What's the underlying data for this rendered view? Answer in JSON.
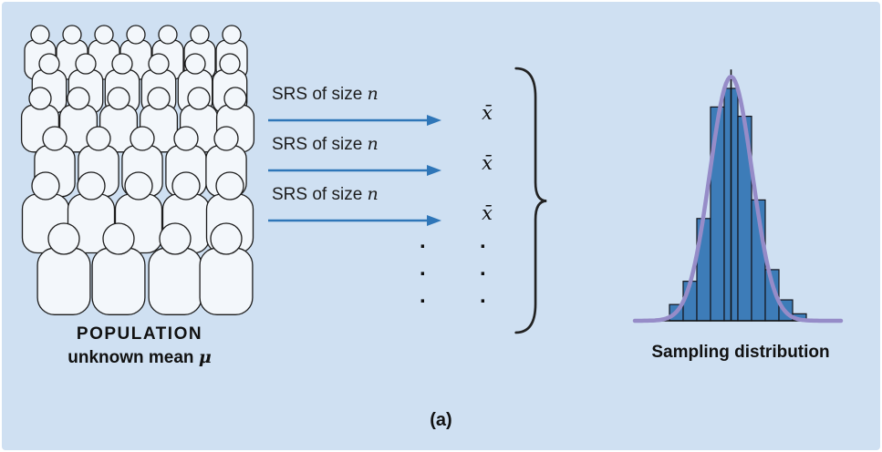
{
  "figure": {
    "caption": "(a)"
  },
  "population": {
    "title": "POPULATION",
    "subtitle_prefix": "unknown mean ",
    "subtitle_symbol": "μ"
  },
  "process": {
    "arrow_rows": [
      {
        "label_prefix": "SRS of size ",
        "label_symbol": "n",
        "result": "x̄"
      },
      {
        "label_prefix": "SRS of size ",
        "label_symbol": "n",
        "result": "x̄"
      },
      {
        "label_prefix": "SRS of size ",
        "label_symbol": "n",
        "result": "x̄"
      }
    ],
    "dot": "."
  },
  "chart_data": {
    "type": "bar",
    "subtype": "histogram-with-normal-curve",
    "title": "Sampling distribution",
    "description": "Histogram of sample means x̄ from repeated SRSs, with an overlaid normal curve and a vertical line at the mean",
    "categories": [
      "b1",
      "b2",
      "b3",
      "b4",
      "b5",
      "b6",
      "b7",
      "b8",
      "b9",
      "b10"
    ],
    "bars_relative_heights": [
      0.07,
      0.17,
      0.44,
      0.92,
      1.0,
      0.88,
      0.52,
      0.22,
      0.09,
      0.03
    ],
    "curve": {
      "type": "normal",
      "mean_at_bar_index": 4.5,
      "sigma_in_bar_widths": 1.55
    },
    "mean_line": true,
    "axis_labels_shown": false,
    "grid": false,
    "colors": {
      "bar_fill": "#3d7cb8",
      "bar_stroke": "#14141c",
      "curve": "#968cc8",
      "mean_line": "#111111",
      "axis": "#111111"
    }
  },
  "colors": {
    "background": "#cfe0f2",
    "arrow": "#2f76b8",
    "text": "#111111"
  }
}
